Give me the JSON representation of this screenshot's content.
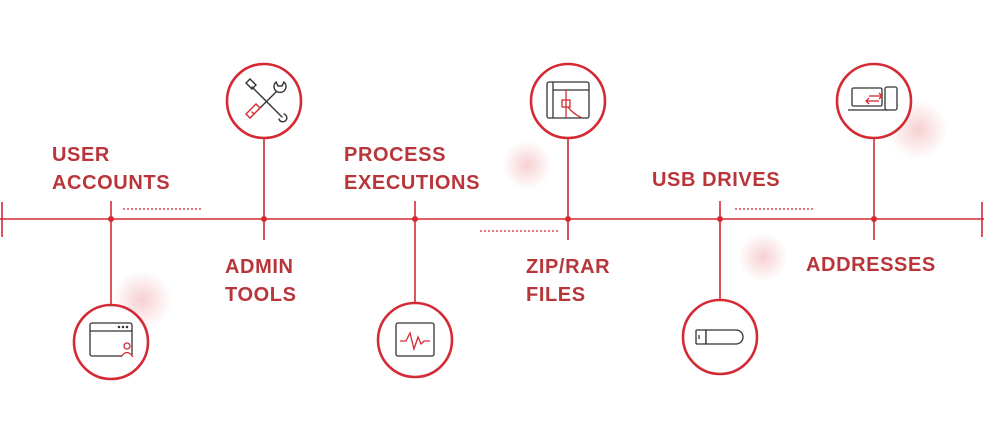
{
  "colors": {
    "accent": "#d42a33",
    "text": "#b8353a",
    "line": "#d42a33"
  },
  "nodes": [
    {
      "id": "user-accounts",
      "lines": [
        "USER",
        "ACCOUNTS"
      ],
      "icon": "browser-window-user-icon"
    },
    {
      "id": "admin-tools",
      "lines": [
        "ADMIN",
        "TOOLS"
      ],
      "icon": "wrench-screwdriver-icon"
    },
    {
      "id": "process-executions",
      "lines": [
        "PROCESS",
        "EXECUTIONS"
      ],
      "icon": "activity-monitor-icon"
    },
    {
      "id": "zip-rar-files",
      "lines": [
        "ZIP/RAR",
        "FILES"
      ],
      "icon": "archive-folder-icon"
    },
    {
      "id": "usb-drives",
      "lines": [
        "USB DRIVES"
      ],
      "icon": "usb-stick-icon"
    },
    {
      "id": "addresses",
      "lines": [
        "ADDRESSES"
      ],
      "icon": "device-transfer-icon"
    }
  ]
}
